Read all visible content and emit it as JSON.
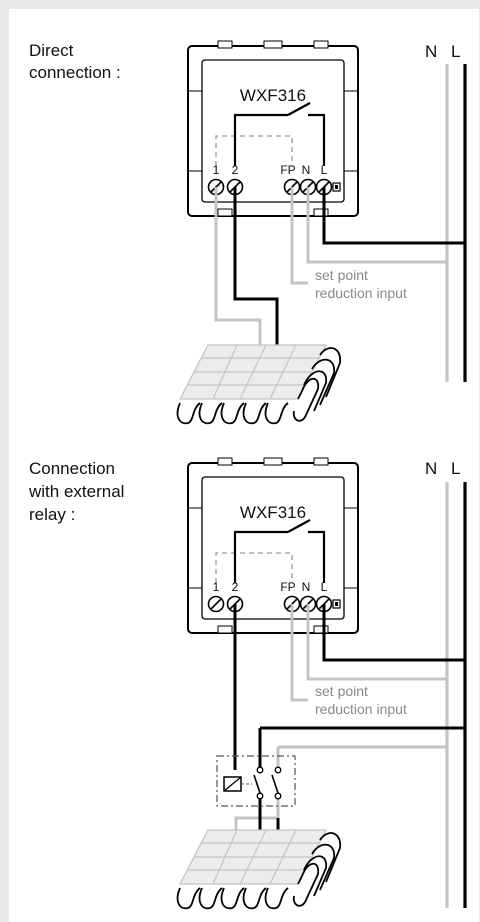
{
  "sections": [
    {
      "title_lines": [
        "Direct",
        "connection :"
      ],
      "device_label": "WXF316",
      "terminals": [
        "1",
        "2",
        "FP",
        "N",
        "L"
      ],
      "bus_labels": [
        "N",
        "L"
      ],
      "annotation_lines": [
        "set point",
        "reduction input"
      ]
    },
    {
      "title_lines": [
        "Connection",
        "with external",
        "relay :"
      ],
      "device_label": "WXF316",
      "terminals": [
        "1",
        "2",
        "FP",
        "N",
        "L"
      ],
      "bus_labels": [
        "N",
        "L"
      ],
      "annotation_lines": [
        "set point",
        "reduction input"
      ]
    }
  ],
  "colors": {
    "wire_live": "#000000",
    "wire_neutral": "#c4c4c4",
    "annotation": "#888888",
    "background": "#e9e9e9"
  }
}
